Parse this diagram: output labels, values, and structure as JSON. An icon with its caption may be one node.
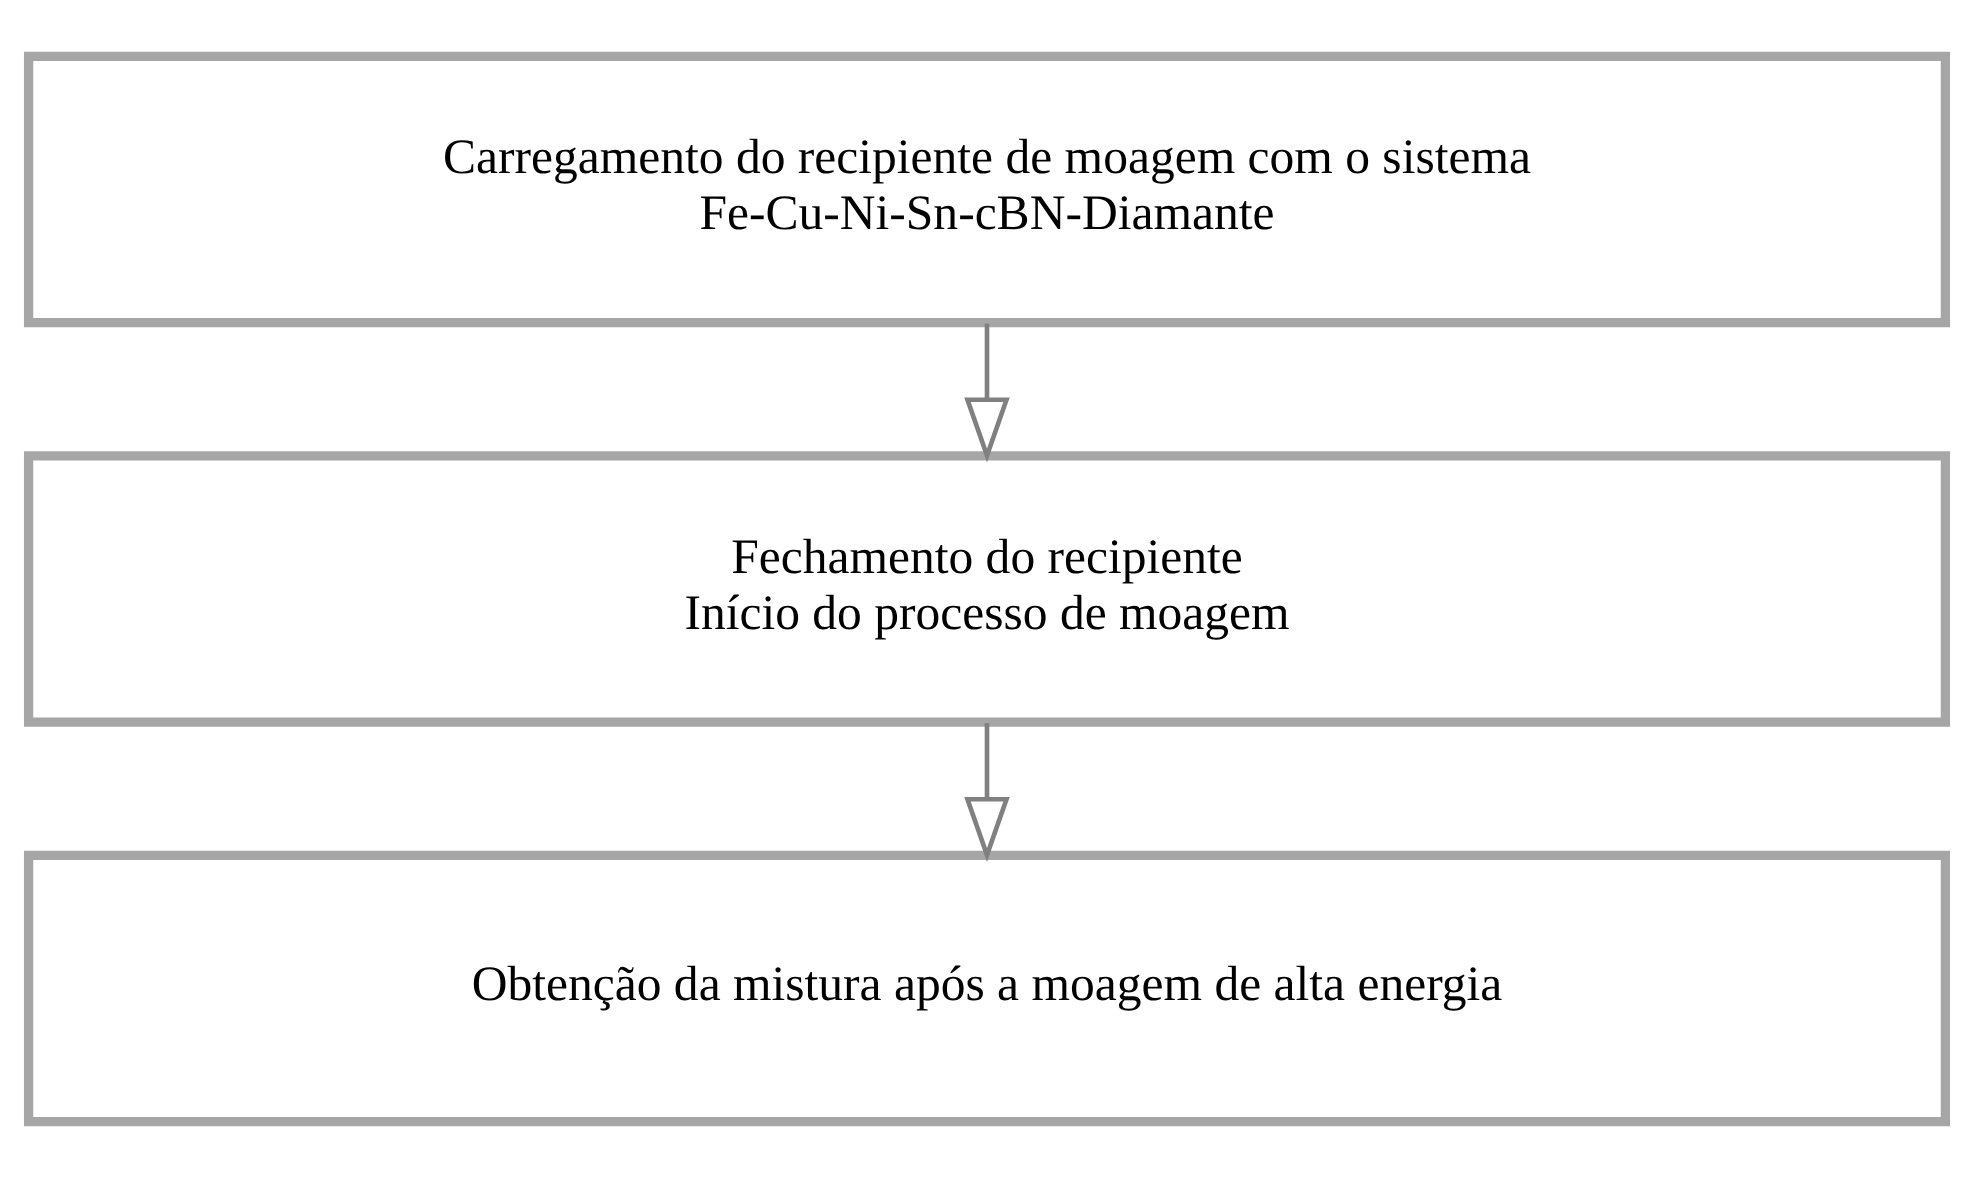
{
  "diagram": {
    "nodes": [
      {
        "text": [
          "Carregamento do recipiente de moagem com o sistema Fe-Cu-Ni-Sn-cBN-Diamante"
        ]
      },
      {
        "text": [
          "Fechamento do recipiente",
          "Início do processo de moagem"
        ]
      },
      {
        "text": [
          "Obtenção da mistura após a moagem de alta energia"
        ]
      }
    ],
    "edges": [
      {
        "from": 0,
        "to": 1,
        "arrow": "to"
      },
      {
        "from": 1,
        "to": 2,
        "arrow": "to"
      }
    ]
  }
}
